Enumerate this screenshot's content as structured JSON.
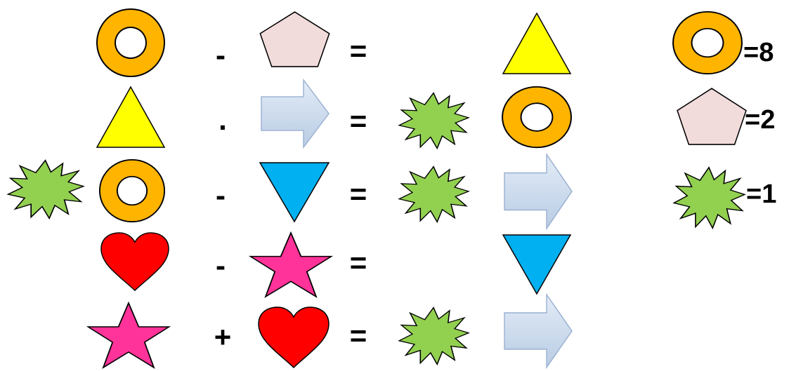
{
  "colors": {
    "ring": "#FFB400",
    "pentagon": "#F2DCDB",
    "triangle": "#FFFF00",
    "inverted_triangle": "#00B0F0",
    "star_burst": "#92D050",
    "heart": "#FF0000",
    "star": "#FF3399",
    "arrow": "#C6D9F1",
    "outline": "#000000"
  },
  "equations": [
    {
      "left": "ring-icon",
      "operator": "-",
      "right": "pentagon-icon",
      "equals": "=",
      "result": [
        "triangle-icon"
      ]
    },
    {
      "left": "triangle-icon",
      "operator": ".",
      "right": "arrow-icon",
      "equals": "=",
      "result": [
        "starburst-icon",
        "ring-icon"
      ]
    },
    {
      "left": [
        "starburst-icon",
        "ring-icon"
      ],
      "operator": "-",
      "right": "inverted-triangle-icon",
      "equals": "=",
      "result": [
        "starburst-icon",
        "arrow-icon"
      ]
    },
    {
      "left": "heart-icon",
      "operator": "-",
      "right": "star-icon",
      "equals": "=",
      "result": [
        "inverted-triangle-icon"
      ]
    },
    {
      "left": "star-icon",
      "operator": "+",
      "right": "heart-icon",
      "equals": "=",
      "result": [
        "starburst-icon",
        "arrow-icon"
      ]
    }
  ],
  "legend": [
    {
      "icon": "ring-icon",
      "value": "=8"
    },
    {
      "icon": "pentagon-icon",
      "value": "=2"
    },
    {
      "icon": "starburst-icon",
      "value": "=1"
    }
  ]
}
